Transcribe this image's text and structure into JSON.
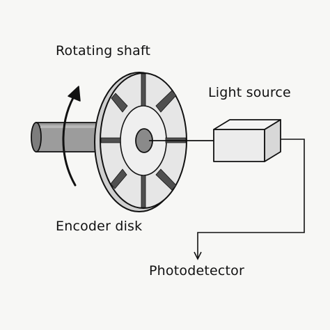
{
  "diagram": {
    "labels": {
      "rotating_shaft": "Rotating shaft",
      "light_source": "Light source",
      "encoder_disk": "Encoder disk",
      "photodetector": "Photodetector"
    },
    "components": [
      {
        "id": "shaft",
        "icon": "cylinder-shaft"
      },
      {
        "id": "disk",
        "icon": "slotted-encoder-disk"
      },
      {
        "id": "light",
        "icon": "box-light-source"
      },
      {
        "id": "detector",
        "icon": "arrow-photodetector"
      }
    ],
    "colors": {
      "stroke": "#111111",
      "shaft_fill": "#9c9c9c",
      "disk_fill": "#e6e6e6",
      "slot_fill": "#505050",
      "hub_fill": "#8a8a8a",
      "box_fill": "#ececec",
      "background": "#f7f7f5"
    }
  }
}
